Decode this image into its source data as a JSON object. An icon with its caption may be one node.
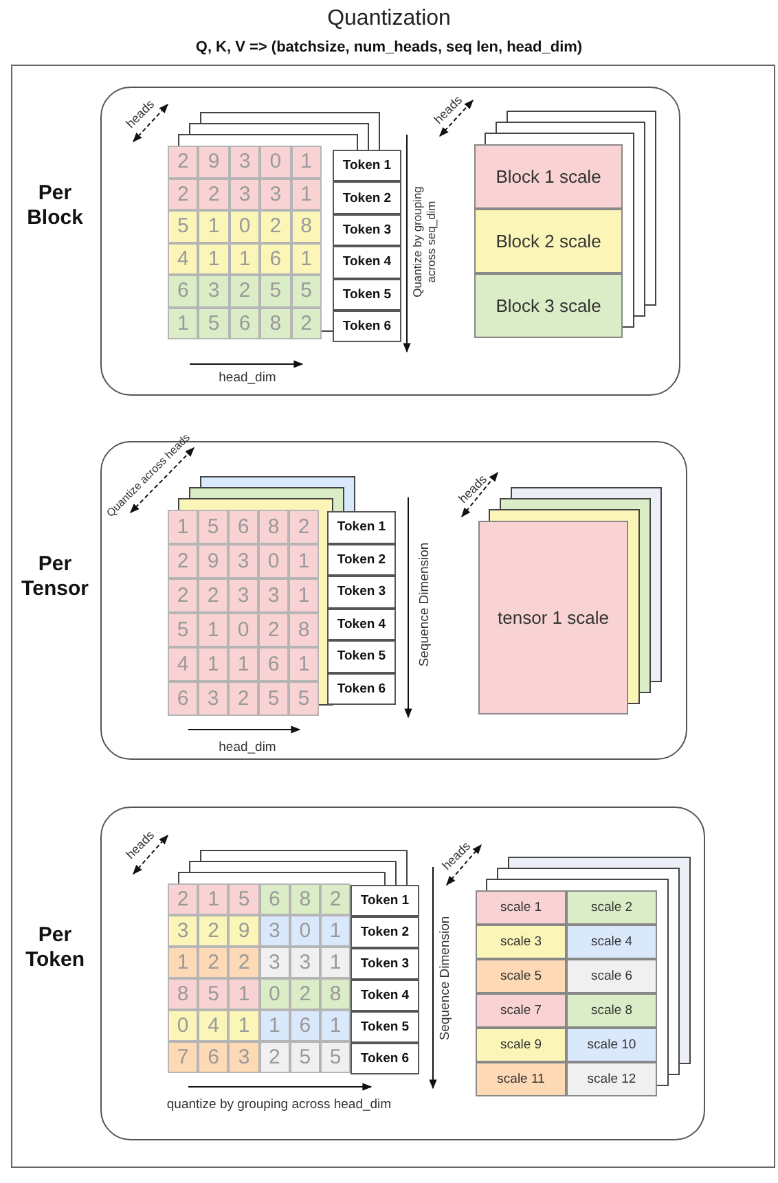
{
  "diagram": {
    "title": "Quantization",
    "nodes": [
      {
        "text": [
          "Per Block"
        ]
      },
      {
        "text": [
          "2"
        ],
        "in": 0
      },
      {
        "text": [
          "9"
        ],
        "in": 0
      },
      {
        "text": [
          "3"
        ],
        "in": 0
      },
      {
        "text": [
          "0"
        ],
        "in": 0
      },
      {
        "text": [
          "1"
        ],
        "in": 0
      },
      {
        "text": [
          "2"
        ],
        "in": 0
      },
      {
        "text": [
          "2"
        ],
        "in": 0
      },
      {
        "text": [
          "3"
        ],
        "in": 0
      },
      {
        "text": [
          "3"
        ],
        "in": 0
      },
      {
        "text": [
          "1"
        ],
        "in": 0
      },
      {
        "text": [
          "5"
        ],
        "in": 0
      },
      {
        "text": [
          "1"
        ],
        "in": 0
      },
      {
        "text": [
          "0"
        ],
        "in": 0
      },
      {
        "text": [
          "2"
        ],
        "in": 0
      },
      {
        "text": [
          "8"
        ],
        "in": 0
      },
      {
        "text": [
          "4"
        ],
        "in": 0
      },
      {
        "text": [
          "1"
        ],
        "in": 0
      },
      {
        "text": [
          "1"
        ],
        "in": 0
      },
      {
        "text": [
          "6"
        ],
        "in": 0
      },
      {
        "text": [
          "1"
        ],
        "in": 0
      },
      {
        "text": [
          "6"
        ],
        "in": 0
      },
      {
        "text": [
          "3"
        ],
        "in": 0
      },
      {
        "text": [
          "2"
        ],
        "in": 0
      },
      {
        "text": [
          "5"
        ],
        "in": 0
      },
      {
        "text": [
          "5"
        ],
        "in": 0
      },
      {
        "text": [
          "1"
        ],
        "in": 0
      },
      {
        "text": [
          "5"
        ],
        "in": 0
      },
      {
        "text": [
          "6"
        ],
        "in": 0
      },
      {
        "text": [
          "8"
        ],
        "in": 0
      },
      {
        "text": [
          "2"
        ],
        "in": 0
      },
      {
        "text": [
          "Token 1"
        ],
        "in": 0
      },
      {
        "text": [
          "Token 2"
        ],
        "in": 0
      },
      {
        "text": [
          "Token 3"
        ],
        "in": 0
      },
      {
        "text": [
          "Token 4"
        ],
        "in": 0
      },
      {
        "text": [
          "Token 5"
        ],
        "in": 0
      },
      {
        "text": [
          "Token 6"
        ],
        "in": 0
      },
      {
        "text": [
          "Block 1 scale"
        ],
        "in": 0
      },
      {
        "text": [
          "Block 2 scale"
        ],
        "in": 0
      },
      {
        "text": [
          "Block 3 scale"
        ],
        "in": 0
      },
      {
        "text": [
          "Per Tensor"
        ]
      },
      {
        "text": [
          "1"
        ],
        "in": 40
      },
      {
        "text": [
          "5"
        ],
        "in": 40
      },
      {
        "text": [
          "6"
        ],
        "in": 40
      },
      {
        "text": [
          "8"
        ],
        "in": 40
      },
      {
        "text": [
          "2"
        ],
        "in": 40
      },
      {
        "text": [
          "2"
        ],
        "in": 40
      },
      {
        "text": [
          "9"
        ],
        "in": 40
      },
      {
        "text": [
          "3"
        ],
        "in": 40
      },
      {
        "text": [
          "0"
        ],
        "in": 40
      },
      {
        "text": [
          "1"
        ],
        "in": 40
      },
      {
        "text": [
          "2"
        ],
        "in": 40
      },
      {
        "text": [
          "2"
        ],
        "in": 40
      },
      {
        "text": [
          "3"
        ],
        "in": 40
      },
      {
        "text": [
          "3"
        ],
        "in": 40
      },
      {
        "text": [
          "1"
        ],
        "in": 40
      },
      {
        "text": [
          "5"
        ],
        "in": 40
      },
      {
        "text": [
          "1"
        ],
        "in": 40
      },
      {
        "text": [
          "0"
        ],
        "in": 40
      },
      {
        "text": [
          "2"
        ],
        "in": 40
      },
      {
        "text": [
          "8"
        ],
        "in": 40
      },
      {
        "text": [
          "4"
        ],
        "in": 40
      },
      {
        "text": [
          "1"
        ],
        "in": 40
      },
      {
        "text": [
          "1"
        ],
        "in": 40
      },
      {
        "text": [
          "6"
        ],
        "in": 40
      },
      {
        "text": [
          "1"
        ],
        "in": 40
      },
      {
        "text": [
          "6"
        ],
        "in": 40
      },
      {
        "text": [
          "3"
        ],
        "in": 40
      },
      {
        "text": [
          "2"
        ],
        "in": 40
      },
      {
        "text": [
          "5"
        ],
        "in": 40
      },
      {
        "text": [
          "5"
        ],
        "in": 40
      },
      {
        "text": [
          "Token 1"
        ],
        "in": 40
      },
      {
        "text": [
          "Token 2"
        ],
        "in": 40
      },
      {
        "text": [
          "Token 3"
        ],
        "in": 40
      },
      {
        "text": [
          "Token 4"
        ],
        "in": 40
      },
      {
        "text": [
          "Token 5"
        ],
        "in": 40
      },
      {
        "text": [
          "Token 6"
        ],
        "in": 40
      },
      {
        "text": [
          "tensor 1 scale"
        ],
        "in": 40
      },
      {
        "text": [
          "Per Token"
        ]
      },
      {
        "text": [
          "2"
        ],
        "in": 78
      },
      {
        "text": [
          "1"
        ],
        "in": 78
      },
      {
        "text": [
          "5"
        ],
        "in": 78
      },
      {
        "text": [
          "6"
        ],
        "in": 78
      },
      {
        "text": [
          "8"
        ],
        "in": 78
      },
      {
        "text": [
          "2"
        ],
        "in": 78
      },
      {
        "text": [
          "3"
        ],
        "in": 78
      },
      {
        "text": [
          "2"
        ],
        "in": 78
      },
      {
        "text": [
          "9"
        ],
        "in": 78
      },
      {
        "text": [
          "3"
        ],
        "in": 78
      },
      {
        "text": [
          "0"
        ],
        "in": 78
      },
      {
        "text": [
          "1"
        ],
        "in": 78
      },
      {
        "text": [
          "1"
        ],
        "in": 78
      },
      {
        "text": [
          "2"
        ],
        "in": 78
      },
      {
        "text": [
          "2"
        ],
        "in": 78
      },
      {
        "text": [
          "3"
        ],
        "in": 78
      },
      {
        "text": [
          "3"
        ],
        "in": 78
      },
      {
        "text": [
          "1"
        ],
        "in": 78
      },
      {
        "text": [
          "8"
        ],
        "in": 78
      },
      {
        "text": [
          "5"
        ],
        "in": 78
      },
      {
        "text": [
          "1"
        ],
        "in": 78
      },
      {
        "text": [
          "0"
        ],
        "in": 78
      },
      {
        "text": [
          "2"
        ],
        "in": 78
      },
      {
        "text": [
          "8"
        ],
        "in": 78
      },
      {
        "text": [
          "0"
        ],
        "in": 78
      },
      {
        "text": [
          "4"
        ],
        "in": 78
      },
      {
        "text": [
          "1"
        ],
        "in": 78
      },
      {
        "text": [
          "1"
        ],
        "in": 78
      },
      {
        "text": [
          "6"
        ],
        "in": 78
      },
      {
        "text": [
          "1"
        ],
        "in": 78
      },
      {
        "text": [
          "7"
        ],
        "in": 78
      },
      {
        "text": [
          "6"
        ],
        "in": 78
      },
      {
        "text": [
          "3"
        ],
        "in": 78
      },
      {
        "text": [
          "2"
        ],
        "in": 78
      },
      {
        "text": [
          "5"
        ],
        "in": 78
      },
      {
        "text": [
          "5"
        ],
        "in": 78
      },
      {
        "text": [
          "Token 1"
        ],
        "in": 78
      },
      {
        "text": [
          "Token 2"
        ],
        "in": 78
      },
      {
        "text": [
          "Token 3"
        ],
        "in": 78
      },
      {
        "text": [
          "Token 4"
        ],
        "in": 78
      },
      {
        "text": [
          "Token 5"
        ],
        "in": 78
      },
      {
        "text": [
          "Token 6"
        ],
        "in": 78
      },
      {
        "text": [
          "scale 1"
        ],
        "in": 78
      },
      {
        "text": [
          "scale 2"
        ],
        "in": 78
      },
      {
        "text": [
          "scale 3"
        ],
        "in": 78
      },
      {
        "text": [
          "scale 4"
        ],
        "in": 78
      },
      {
        "text": [
          "scale 5"
        ],
        "in": 78
      },
      {
        "text": [
          "scale 6"
        ],
        "in": 78
      },
      {
        "text": [
          "scale 7"
        ],
        "in": 78
      },
      {
        "text": [
          "scale 8"
        ],
        "in": 78
      },
      {
        "text": [
          "scale 9"
        ],
        "in": 78
      },
      {
        "text": [
          "scale 10"
        ],
        "in": 78
      },
      {
        "text": [
          "scale 11"
        ],
        "in": 78
      },
      {
        "text": [
          "scale 12"
        ],
        "in": 78
      }
    ],
    "labels": [
      "Q, K, V => (batchsize, num_heads, seq len, head_dim)",
      "heads",
      "Quantize by grouping across seq_dim",
      "heads",
      "head_dim",
      "Quantize across heads",
      "Sequence Dimension",
      "heads",
      "head_dim",
      "heads",
      "Sequence Dimension",
      "heads",
      "quantize by grouping across head_dim"
    ]
  }
}
